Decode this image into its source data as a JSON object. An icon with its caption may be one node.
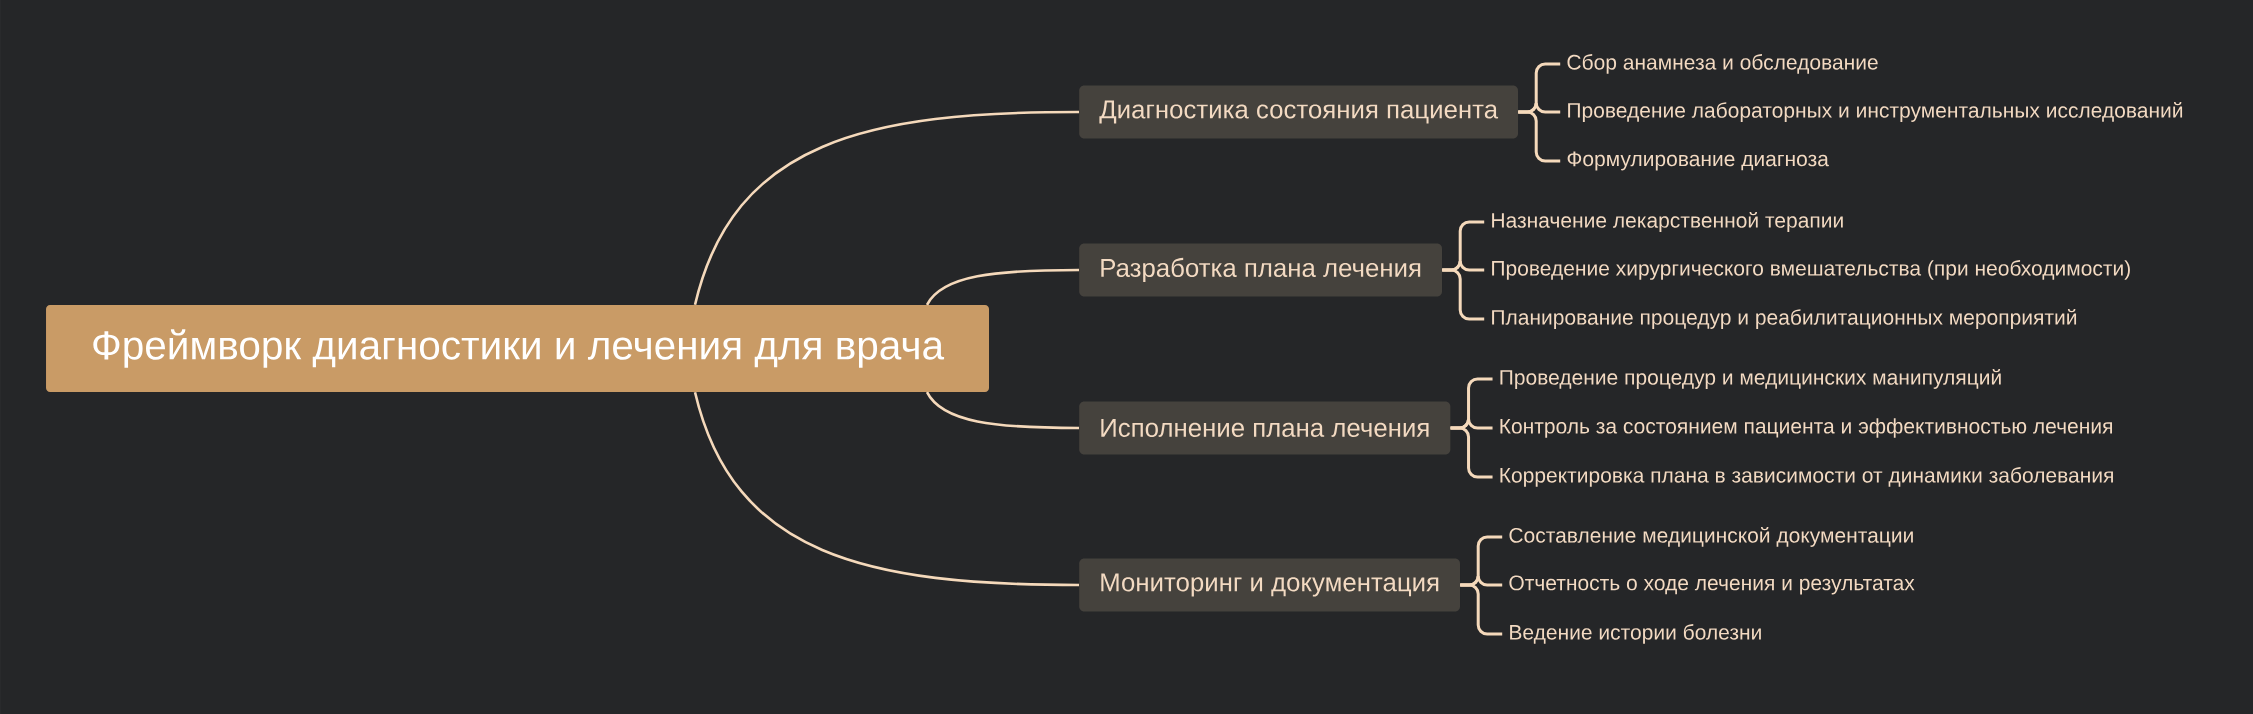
{
  "diagram": {
    "nodes": [
      {
        "text": [
          "Фреймворк диагностики и лечения для врача"
        ]
      },
      {
        "text": [
          "Диагностика состояния пациента"
        ]
      },
      {
        "text": [
          "Сбор анамнеза и обследование"
        ]
      },
      {
        "text": [
          "Проведение лабораторных и инструментальных исследований"
        ]
      },
      {
        "text": [
          "Формулирование диагноза"
        ]
      },
      {
        "text": [
          "Разработка плана лечения"
        ]
      },
      {
        "text": [
          "Назначение лекарственной терапии"
        ]
      },
      {
        "text": [
          "Проведение хирургического вмешательства (при необходимости)"
        ]
      },
      {
        "text": [
          "Планирование процедур и реабилитационных мероприятий"
        ]
      },
      {
        "text": [
          "Исполнение плана лечения"
        ]
      },
      {
        "text": [
          "Проведение процедур и медицинских манипуляций"
        ]
      },
      {
        "text": [
          "Контроль за состоянием пациента и эффективностью лечения"
        ]
      },
      {
        "text": [
          "Корректировка плана в зависимости от динамики заболевания"
        ]
      },
      {
        "text": [
          "Мониторинг и документация"
        ]
      },
      {
        "text": [
          "Составление медицинской документации"
        ]
      },
      {
        "text": [
          "Отчетность о ходе лечения и результатах"
        ]
      },
      {
        "text": [
          "Ведение истории болезни"
        ]
      }
    ],
    "edges": [
      {
        "from": 0,
        "to": 1,
        "arrow": "none"
      },
      {
        "from": 0,
        "to": 5,
        "arrow": "none"
      },
      {
        "from": 0,
        "to": 9,
        "arrow": "none"
      },
      {
        "from": 0,
        "to": 13,
        "arrow": "none"
      },
      {
        "from": 1,
        "to": 2,
        "arrow": "none"
      },
      {
        "from": 1,
        "to": 3,
        "arrow": "none"
      },
      {
        "from": 1,
        "to": 4,
        "arrow": "none"
      },
      {
        "from": 5,
        "to": 6,
        "arrow": "none"
      },
      {
        "from": 5,
        "to": 7,
        "arrow": "none"
      },
      {
        "from": 5,
        "to": 8,
        "arrow": "none"
      },
      {
        "from": 9,
        "to": 10,
        "arrow": "none"
      },
      {
        "from": 9,
        "to": 11,
        "arrow": "none"
      },
      {
        "from": 9,
        "to": 12,
        "arrow": "none"
      },
      {
        "from": 13,
        "to": 14,
        "arrow": "none"
      },
      {
        "from": 13,
        "to": 15,
        "arrow": "none"
      },
      {
        "from": 13,
        "to": 16,
        "arrow": "none"
      }
    ]
  }
}
